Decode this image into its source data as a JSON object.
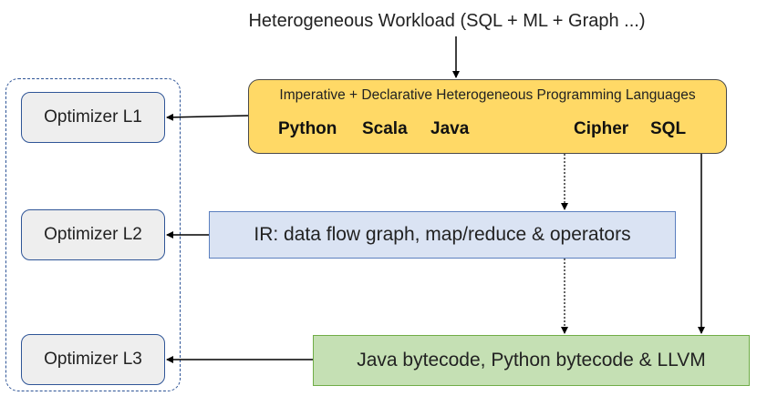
{
  "workload_title": "Heterogeneous Workload (SQL + ML + Graph ...)",
  "languages_box": {
    "title": "Imperative + Declarative Heterogeneous Programming Languages",
    "languages": [
      "Python",
      "Scala",
      "Java",
      "Cipher",
      "SQL"
    ]
  },
  "ir_box": {
    "label": "IR: data flow graph, map/reduce & operators"
  },
  "bytecode_box": {
    "label": "Java bytecode, Python bytecode & LLVM"
  },
  "optimizers": [
    "Optimizer L1",
    "Optimizer L2",
    "Optimizer L3"
  ]
}
